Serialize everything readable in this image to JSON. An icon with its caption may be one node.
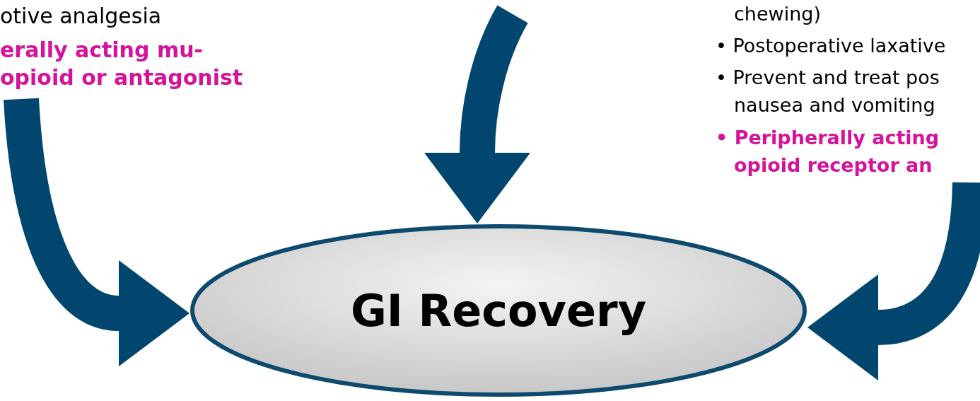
{
  "diagram": {
    "nodes": [
      {
        "text": [
          "otive analgesia",
          "erally acting mu-opioid or antagonist"
        ]
      },
      {
        "text": [
          "chewing)",
          "• Postoperative laxative",
          "• Prevent and treat pos nausea and vomiting",
          "• Peripherally acting opioid receptor an"
        ]
      },
      {
        "text": [
          "GI Recovery"
        ]
      }
    ],
    "edges": [
      {
        "from": 0,
        "to": 2,
        "arrow": "to"
      },
      {
        "from": null,
        "to": 2,
        "arrow": "to"
      },
      {
        "from": 1,
        "to": 2,
        "arrow": "to"
      }
    ]
  }
}
